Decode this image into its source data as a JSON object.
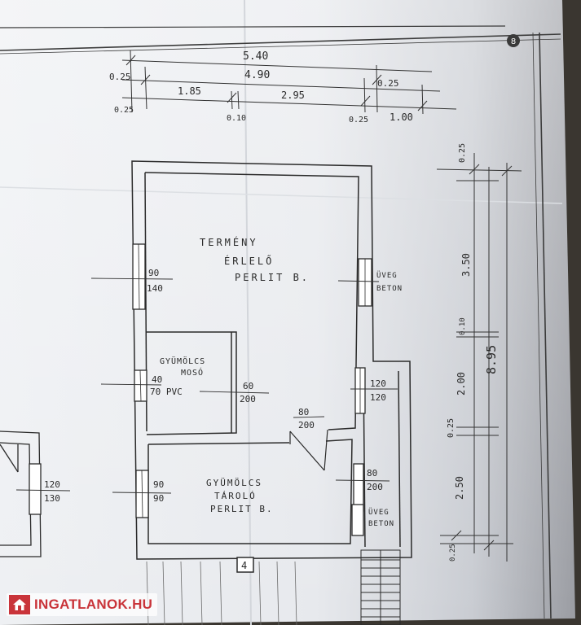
{
  "watermark": {
    "text": "INGATLANOK.HU",
    "color": "#c9343a",
    "icon": "house-icon"
  },
  "sheet_number": "8",
  "dimensions_top": {
    "overall_width": "5.40",
    "inner_width": "4.90",
    "wall_left": "0.25",
    "wall_right": "0.25",
    "left_room": "1.85",
    "right_room": "2.95",
    "partition": "0.10",
    "wall_bottom_left": "0.25",
    "wall_bottom_right": "0.25",
    "annex_width": "1.00"
  },
  "dimensions_right": {
    "overall_depth": "8.95",
    "top_wall": "0.25",
    "upper_room": "3.50",
    "partition": "0.10",
    "middle": "2.00",
    "wall_mid": "0.25",
    "lower_room": "2.50",
    "bottom_wall": "0.25"
  },
  "rooms": [
    {
      "line1": "TERMÉNY",
      "line2": "ÉRLELŐ",
      "line3": "PERLIT B."
    },
    {
      "line1": "GYÜMÖLCS",
      "line2": "MOSÓ",
      "line3": ""
    },
    {
      "line1": "GYÜMÖLCS",
      "line2": "TÁROLÓ",
      "line3": "PERLIT B."
    }
  ],
  "openings": {
    "w1_top": "90",
    "w1_bot": "140",
    "w2_top": "40",
    "w2_bot": "70 PVC",
    "d1_top": "60",
    "d1_bot": "200",
    "d2_top": "80",
    "d2_bot": "200",
    "w3_top": "120",
    "w3_bot": "120",
    "d3_top": "80",
    "d3_bot": "200",
    "w4_top": "90",
    "w4_bot": "90",
    "w5_top": "120",
    "w5_bot": "130"
  },
  "glass_notes": {
    "upper_line1": "ÜVEG",
    "upper_line2": "BETON",
    "lower_line1": "ÜVEG",
    "lower_line2": "BETON"
  },
  "stair_label": "4"
}
